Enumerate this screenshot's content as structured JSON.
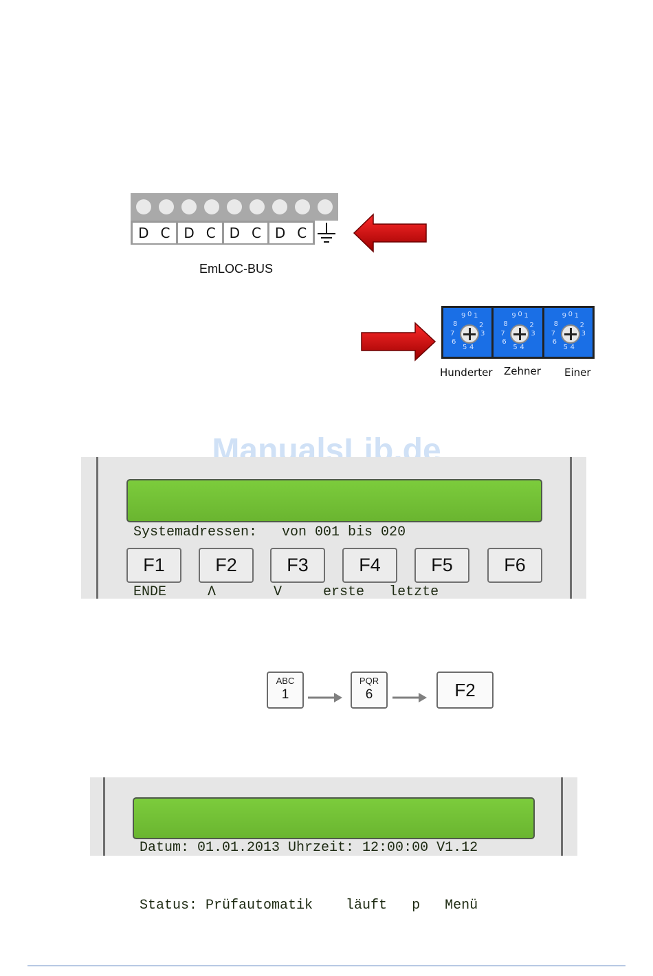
{
  "terminal": {
    "pins": [
      "D",
      "C",
      "D",
      "C",
      "D",
      "C",
      "D",
      "C"
    ],
    "label": "EmLOC-BUS",
    "ground_icon": "ground-icon"
  },
  "arrows": {
    "color": "#d40000",
    "icon": "red-arrow-icon"
  },
  "rotary_switches": {
    "labels": [
      "Hunderter",
      "Zehner",
      "Einer"
    ],
    "color": "#1a6fe6"
  },
  "watermark": "ManualsLib.de",
  "display1": {
    "line1": "Systemadressen:   von 001 bis 020",
    "line2": "ENDE     Λ       V     erste   letzte"
  },
  "function_keys": [
    "F1",
    "F2",
    "F3",
    "F4",
    "F5",
    "F6"
  ],
  "key_sequence": {
    "key1": {
      "top": "ABC",
      "bottom": "1"
    },
    "key2": {
      "top": "PQR",
      "bottom": "6"
    },
    "key3": "F2"
  },
  "display2": {
    "line1": "Datum: 01.01.2013 Uhrzeit: 12:00:00 V1.12",
    "line2": "Status: Prüfautomatik    läuft   p   Menü"
  }
}
